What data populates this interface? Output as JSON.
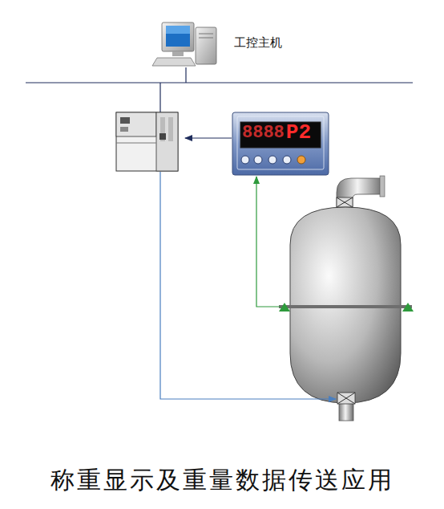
{
  "diagram": {
    "caption": "称重显示及重量数据传送应用",
    "nodes": [
      {
        "text": [
          "工控主机"
        ]
      }
    ],
    "labels": [
      "8888",
      "P2"
    ]
  }
}
